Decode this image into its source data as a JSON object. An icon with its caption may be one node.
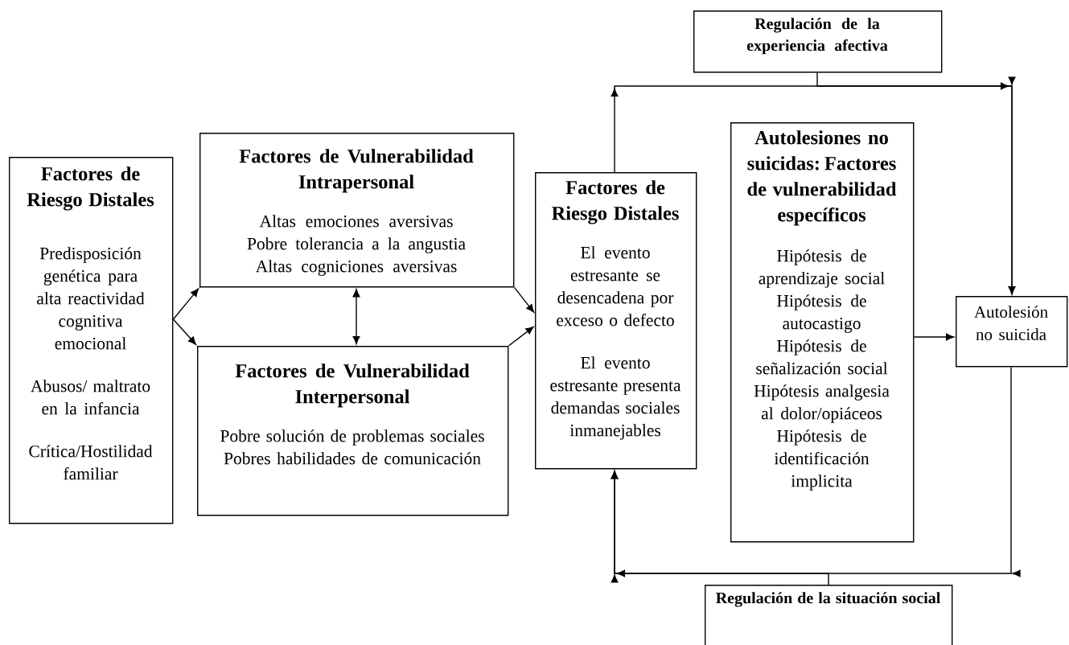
{
  "diagram": {
    "nodes": [
      {
        "text": [
          "Factores de Riesgo Distales",
          "Predisposición genética para alta reactividad cognitiva emocional",
          "Abusos/ maltrato en la infancia",
          "Crítica/Hostilidad familiar"
        ]
      },
      {
        "text": [
          "Factores de Vulnerabilidad Intrapersonal",
          "Altas emociones aversivas",
          "Pobre tolerancia a la angustia",
          "Altas cogniciones aversivas"
        ]
      },
      {
        "text": [
          "Factores de Vulnerabilidad Interpersonal",
          "Pobre solución de problemas sociales",
          "Pobres habilidades de comunicación"
        ]
      },
      {
        "text": [
          "Factores de Riesgo Distales",
          "El evento estresante se desencadena por exceso o defecto",
          "El evento estresante presenta demandas sociales inmanejables"
        ]
      },
      {
        "text": [
          "Regulación de la experiencia afectiva"
        ]
      },
      {
        "text": [
          "Autolesiones no suicidas: Factores de vulnerabilidad específicos",
          "Hipótesis de aprendizaje social",
          "Hipótesis de autocastigo",
          "Hipótesis de señalización social",
          "Hipótesis analgesia al dolor/opiáceos",
          "Hipótesis de identificación implicita"
        ]
      },
      {
        "text": [
          "Autolesión no suicida"
        ]
      },
      {
        "text": [
          "Regulación de la situación social"
        ]
      }
    ],
    "edges": [
      {
        "from": 0,
        "to": 1,
        "arrow": "to"
      },
      {
        "from": 0,
        "to": 2,
        "arrow": "to"
      },
      {
        "from": 1,
        "to": 2,
        "arrow": "both"
      },
      {
        "from": 1,
        "to": 3,
        "arrow": "to"
      },
      {
        "from": 2,
        "to": 3,
        "arrow": "to"
      },
      {
        "from": 5,
        "to": 6,
        "arrow": "to"
      },
      {
        "from": 3,
        "to": 6,
        "arrow": "to"
      },
      {
        "from": 4,
        "to": 6,
        "arrow": "to"
      },
      {
        "from": 6,
        "to": 3,
        "arrow": "to"
      },
      {
        "from": 7,
        "to": 3,
        "arrow": "to"
      }
    ]
  }
}
